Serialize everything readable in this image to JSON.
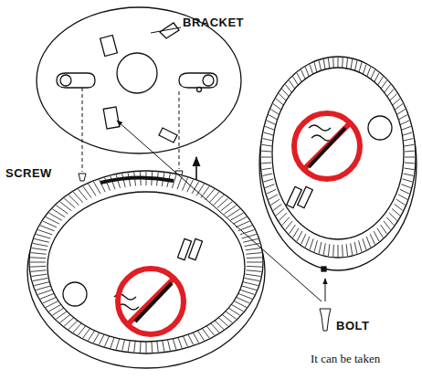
{
  "diagram": {
    "labels": [
      "BRACKET",
      "SCREW",
      "BOLT",
      "It can be taken"
    ]
  }
}
